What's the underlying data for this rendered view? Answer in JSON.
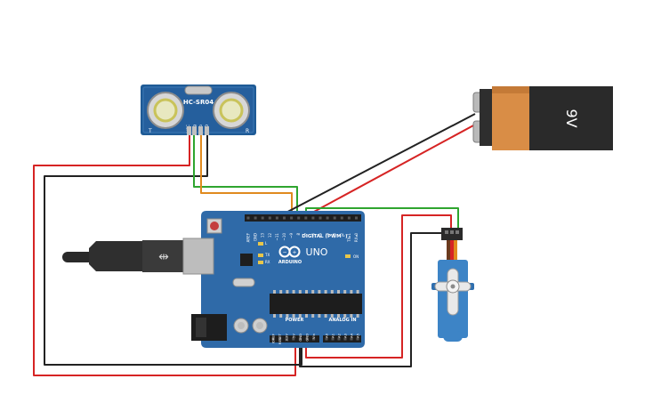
{
  "sensor": {
    "model": "HC-SR04",
    "left_mark": "T",
    "right_mark": "R",
    "pins": [
      "VCC",
      "Trig",
      "Echo",
      "GND"
    ]
  },
  "battery": {
    "label": "9V"
  },
  "arduino": {
    "brand": "ARDUINO",
    "model": "UNO",
    "digital_header": "DIGITAL (PWM~)",
    "power_header": "POWER",
    "analog_header": "ANALOG IN",
    "on_label": "ON",
    "tx_label": "TX",
    "rx_label": "RX",
    "l_label": "L",
    "digital_pins": [
      "AREF",
      "GND",
      "13",
      "12",
      "~11",
      "~10",
      "~9",
      "8",
      "7",
      "~6",
      "~5",
      "4",
      "~3",
      "2",
      "TX▸1",
      "RX◂0"
    ],
    "power_pins": [
      "IOREF",
      "RESET",
      "3.3V",
      "5V",
      "GND",
      "GND",
      "Vin"
    ],
    "analog_pins": [
      "A0",
      "A1",
      "A2",
      "A3",
      "A4",
      "A5"
    ]
  },
  "colors": {
    "board": "#2f6aa8",
    "wire_red": "#d62424",
    "wire_black": "#222222",
    "wire_green": "#2fa52f",
    "wire_orange": "#e08a1e",
    "battery_copper": "#d98d46",
    "battery_body": "#2a2a2a",
    "servo_blue": "#3d84c6"
  }
}
